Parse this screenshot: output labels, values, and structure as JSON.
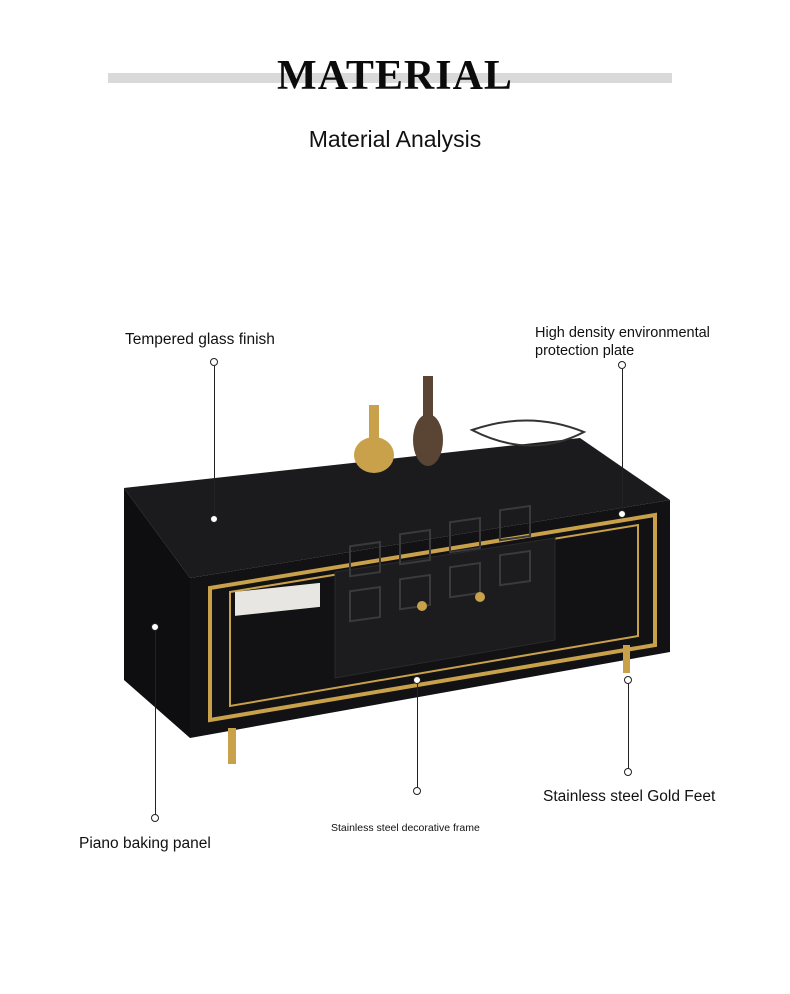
{
  "header": {
    "title": "MATERIAL",
    "subtitle": "Material Analysis"
  },
  "callouts": {
    "tempered_glass": "Tempered glass finish",
    "high_density_line1": "High density environmental",
    "high_density_line2": "protection plate",
    "piano_panel": "Piano baking panel",
    "steel_frame": "Stainless steel decorative frame",
    "gold_feet": "Stainless steel Gold Feet"
  },
  "colors": {
    "cabinet": "#111111",
    "gold": "#c8a14a",
    "background": "#ffffff"
  }
}
